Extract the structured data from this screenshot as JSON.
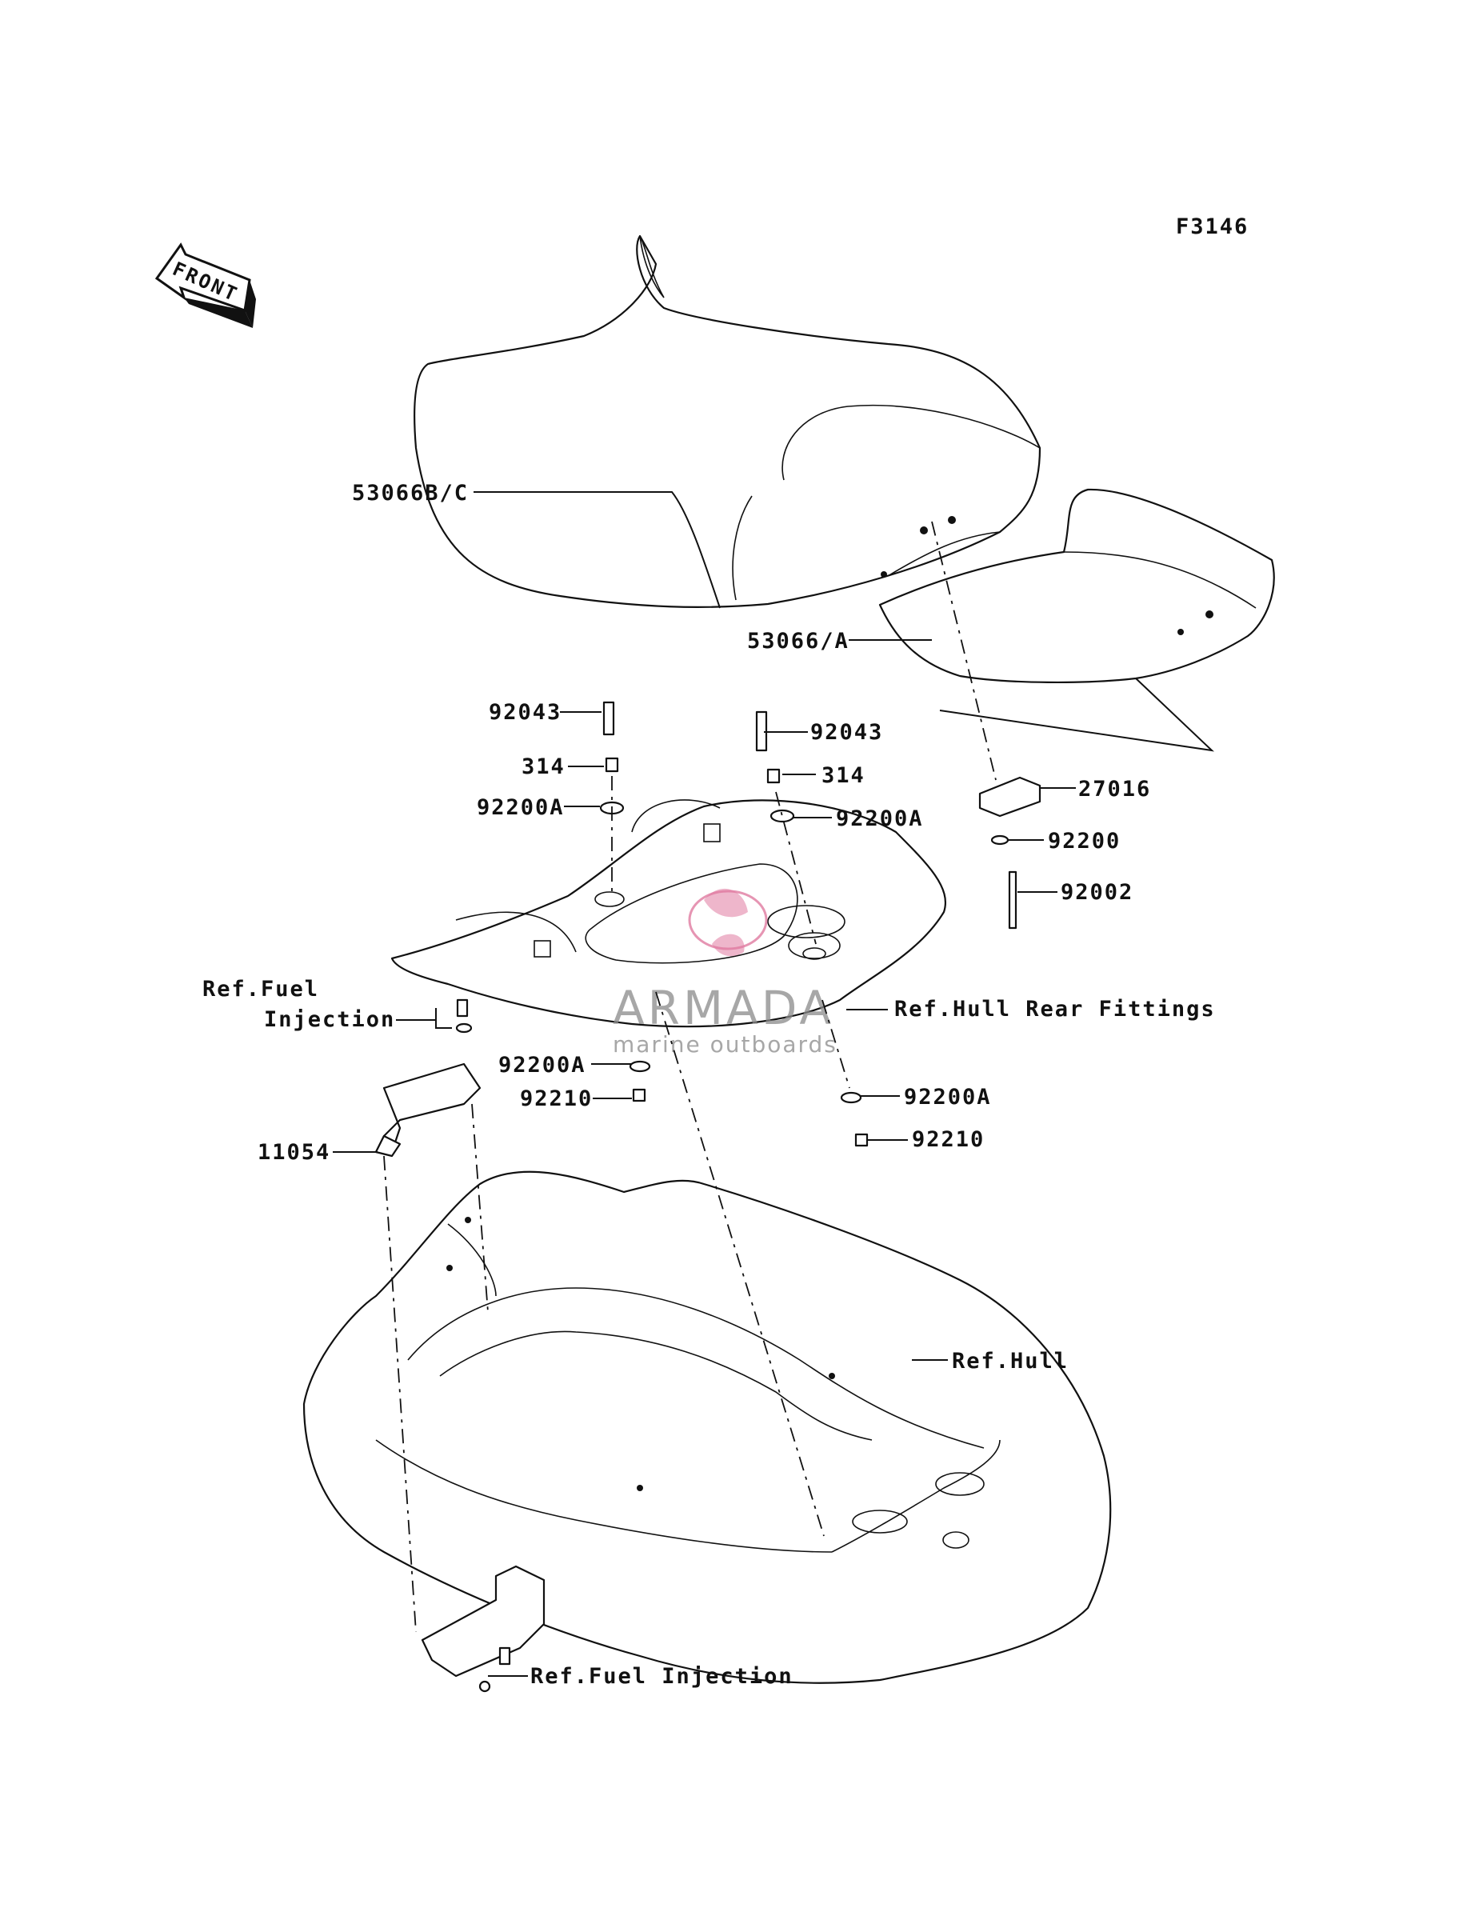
{
  "figure_code": "F3146",
  "front_arrow": {
    "text": "FRONT"
  },
  "labels": {
    "seat_front": "53066B/C",
    "seat_rear": "53066/A",
    "bolt_left": "92043",
    "bolt_right": "92043",
    "collar_left": "314",
    "collar_right": "314",
    "washer_upper_left": "92200A",
    "washer_upper_right": "92200A",
    "bracket_27016": "27016",
    "washer_92200": "92200",
    "bolt_92002": "92002",
    "ref_fuel_upper_1": "Ref.Fuel",
    "ref_fuel_upper_2": "Injection",
    "ref_hull_rear": "Ref.Hull Rear Fittings",
    "washer_lower_left": "92200A",
    "nut_lower_left": "92210",
    "washer_lower_right": "92200A",
    "nut_lower_right": "92210",
    "bracket_11054": "11054",
    "ref_hull": "Ref.Hull",
    "ref_fuel_lower": "Ref.Fuel Injection"
  },
  "watermark": {
    "brand": "ARMADA",
    "tagline": "marine outboards",
    "color": "#e07aa0"
  }
}
